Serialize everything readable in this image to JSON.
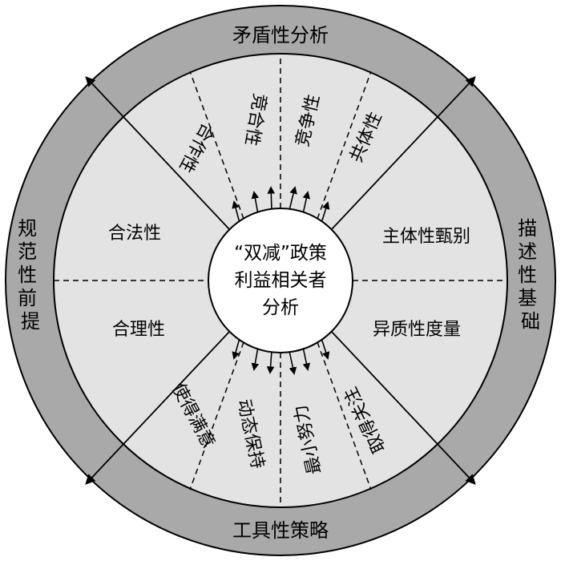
{
  "center": {
    "line1": "“双减”政策",
    "line2": "利益相关者",
    "line3": "分析"
  },
  "outer_ring": {
    "top": "矛盾性分析",
    "right": "描述性基础",
    "bottom": "工具性策略",
    "left": "规范性前提"
  },
  "regions": {
    "left_upper": "合法性",
    "left_lower": "合理性",
    "right_upper": "主体性甄别",
    "right_lower": "异质性度量"
  },
  "top_sectors": [
    "合作性",
    "竞合性",
    "竞争性",
    "共体性"
  ],
  "bottom_sectors": [
    "使得满意",
    "动态保持",
    "最小努力",
    "取得关注"
  ]
}
